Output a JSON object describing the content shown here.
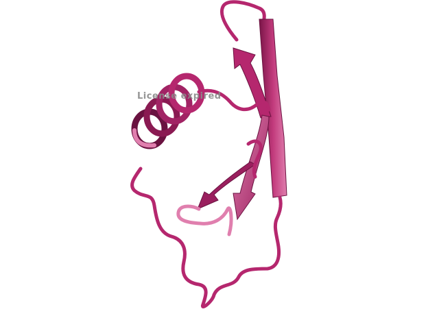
{
  "watermark": {
    "text": "License expired"
  },
  "colors": {
    "background": "#ffffff",
    "ribbon_main": "#b5276e",
    "ribbon_dark": "#6a1240",
    "ribbon_mid": "#9a1f5e",
    "ribbon_light": "#d0508c",
    "ribbon_pale": "#e07fae"
  },
  "structure": {
    "type": "protein-ribbon",
    "elements": [
      "alpha-helix",
      "beta-sheet",
      "coil"
    ]
  }
}
